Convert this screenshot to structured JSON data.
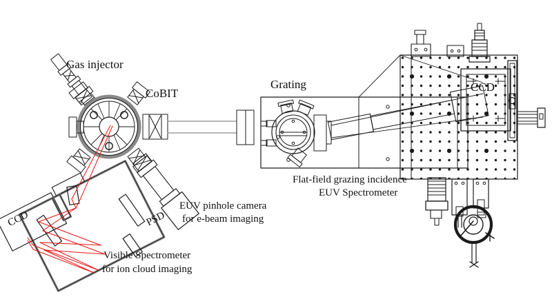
{
  "figure": {
    "title": "CoBIT compact electron beam ion trap experimental layout",
    "background": "#ffffff",
    "ink": "#1a1a1a",
    "ray_color": "#ee1111",
    "gray": "#8a8a8a"
  },
  "labels": {
    "gas_injector": "Gas injector",
    "cobit": "CoBIT",
    "grating": "Grating",
    "ccd_right": "CCD",
    "ccd_left": "CCD",
    "psd": "PSD",
    "euv_pinhole_line1": "EUV pinhole camera",
    "euv_pinhole_line2": "for e-beam imaging",
    "flatfield_line1": "Flat-field grazing incidence",
    "flatfield_line2": "EUV Spectrometer",
    "visible_line1": "Visible Spectrometer",
    "visible_line2": "for ion cloud imaging"
  },
  "components": [
    {
      "name": "gas-injector-port",
      "label": "Gas injector"
    },
    {
      "name": "cobit-chamber",
      "label": "CoBIT"
    },
    {
      "name": "beamline-tube",
      "label": ""
    },
    {
      "name": "gate-valve",
      "label": ""
    },
    {
      "name": "grating-chamber",
      "label": "Grating"
    },
    {
      "name": "euv-spectrometer-housing",
      "label": "Flat-field grazing incidence EUV Spectrometer"
    },
    {
      "name": "euv-ccd-detector",
      "label": "CCD"
    },
    {
      "name": "optical-breadboard",
      "label": ""
    },
    {
      "name": "pressure-gauge",
      "label": ""
    },
    {
      "name": "psd-detector",
      "label": "PSD"
    },
    {
      "name": "euv-pinhole-camera",
      "label": "EUV pinhole camera for e-beam imaging"
    },
    {
      "name": "visible-spectrometer",
      "label": "Visible Spectrometer for ion cloud imaging"
    },
    {
      "name": "visible-ccd-detector",
      "label": "CCD"
    }
  ]
}
